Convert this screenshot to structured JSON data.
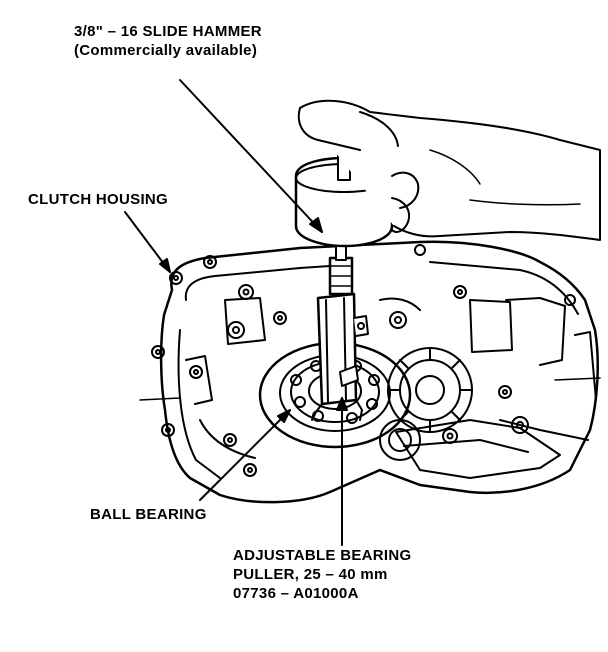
{
  "labels": {
    "slide_hammer": {
      "line1": "3/8\" – 16 SLIDE HAMMER",
      "line2": "(Commercially available)"
    },
    "clutch_housing": "CLUTCH HOUSING",
    "ball_bearing": "BALL BEARING",
    "bearing_puller": {
      "line1": "ADJUSTABLE BEARING",
      "line2": "PULLER, 25 – 40 mm",
      "line3": "07736 – A01000A"
    }
  },
  "colors": {
    "ink": "#000000",
    "paper": "#ffffff"
  }
}
